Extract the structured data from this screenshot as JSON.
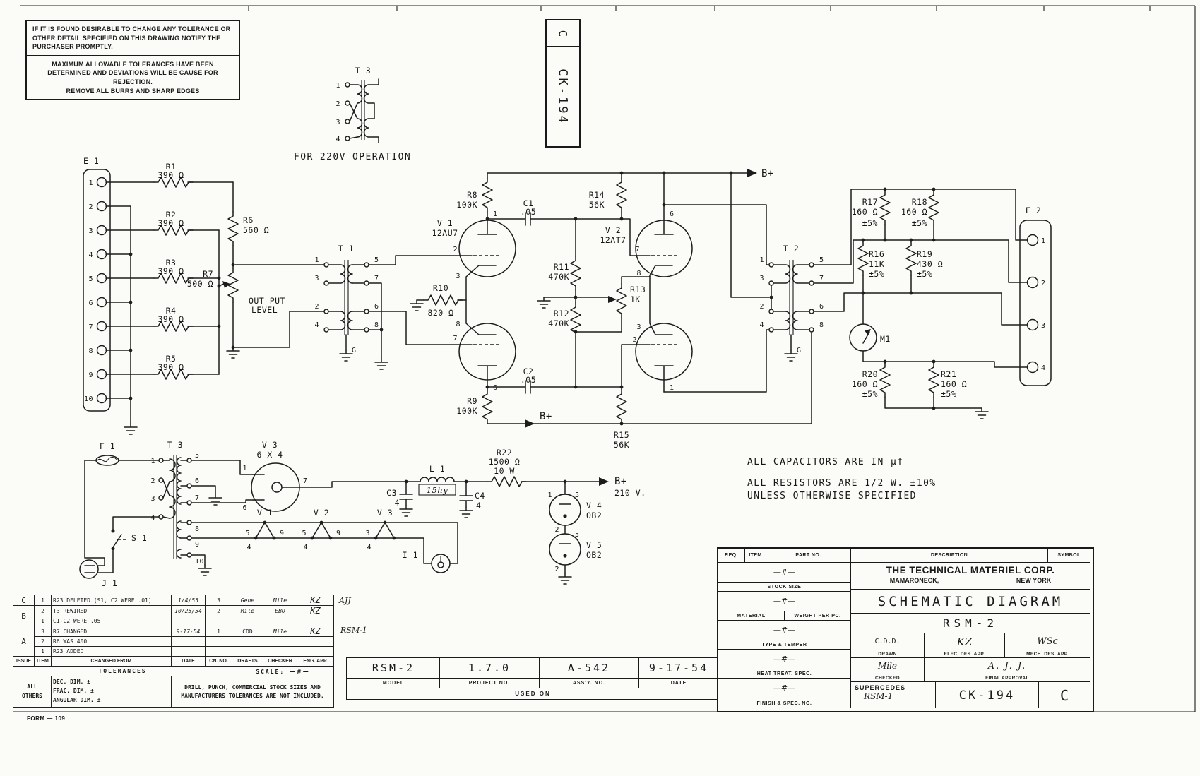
{
  "meta": {
    "form_no": "FORM — 109",
    "dwg_no": "CK-194",
    "rev": "C"
  },
  "corner_notes": {
    "n1": "IF IT IS FOUND DESIRABLE TO CHANGE ANY TOLERANCE OR OTHER DETAIL SPECIFIED ON THIS DRAWING NOTIFY THE PURCHASER PROMPTLY.",
    "n2": "MAXIMUM ALLOWABLE TOLERANCES HAVE BEEN DETERMINED AND DEVIATIONS WILL BE CAUSE FOR REJECTION.",
    "n3": "REMOVE ALL BURRS AND SHARP EDGES"
  },
  "sch": {
    "for220": "FOR 220V OPERATION",
    "caps_note": "ALL CAPACITORS ARE IN μf",
    "res_note1": "ALL RESISTORS ARE 1/2 W. ±10%",
    "res_note2": "UNLESS OTHERWISE SPECIFIED",
    "bplus": "B+",
    "b210": "210 V.",
    "gnd": "G",
    "out1": "OUT PUT",
    "out2": "LEVEL",
    "e1": {
      "ref": "E 1",
      "pins": [
        "1",
        "2",
        "3",
        "4",
        "5",
        "6",
        "7",
        "8",
        "9",
        "10"
      ]
    },
    "e2": {
      "ref": "E 2",
      "pins": [
        "1",
        "2",
        "3",
        "4"
      ]
    },
    "t1": {
      "ref": "T 1",
      "pl": [
        "1",
        "3",
        "2",
        "4"
      ],
      "pr": [
        "5",
        "7",
        "6",
        "8"
      ]
    },
    "t2": {
      "ref": "T 2",
      "pl": [
        "1",
        "3",
        "2",
        "4"
      ],
      "pr": [
        "5",
        "7",
        "6",
        "8"
      ]
    },
    "t3a": {
      "ref": "T 3",
      "pins": [
        "1",
        "2",
        "3",
        "4"
      ]
    },
    "t3": {
      "ref": "T 3",
      "pl": [
        "1",
        "2",
        "3",
        "4"
      ],
      "pr": [
        "5",
        "6",
        "7",
        "8",
        "9",
        "10"
      ]
    },
    "v1": {
      "ref": "V 1",
      "val": "12AU7",
      "pins": [
        "1",
        "2",
        "3",
        "8",
        "7",
        "6"
      ]
    },
    "v2": {
      "ref": "V 2",
      "val": "12AT7",
      "pins": [
        "6",
        "7",
        "8",
        "3",
        "2",
        "1"
      ]
    },
    "v3": {
      "ref": "V 3",
      "val": "6 X 4",
      "pins": [
        "1",
        "6",
        "7"
      ]
    },
    "v4": {
      "ref": "V 4",
      "val": "OB2",
      "pins": [
        "1",
        "5",
        "2"
      ]
    },
    "v5": {
      "ref": "V 5",
      "val": "OB2",
      "pins": [
        "5",
        "2"
      ]
    },
    "r1": {
      "ref": "R1",
      "val": "390 Ω"
    },
    "r2": {
      "ref": "R2",
      "val": "390 Ω"
    },
    "r3": {
      "ref": "R3",
      "val": "390 Ω"
    },
    "r4": {
      "ref": "R4",
      "val": "390 Ω"
    },
    "r5": {
      "ref": "R5",
      "val": "390 Ω"
    },
    "r6": {
      "ref": "R6",
      "val": "560 Ω"
    },
    "r7": {
      "ref": "R7",
      "val": "500 Ω"
    },
    "r8": {
      "ref": "R8",
      "val": "100K"
    },
    "r9": {
      "ref": "R9",
      "val": "100K"
    },
    "r10": {
      "ref": "R10",
      "val": "820 Ω"
    },
    "r11": {
      "ref": "R11",
      "val": "470K"
    },
    "r12": {
      "ref": "R12",
      "val": "470K"
    },
    "r13": {
      "ref": "R13",
      "val": "1K"
    },
    "r14": {
      "ref": "R14",
      "val": "56K"
    },
    "r15": {
      "ref": "R15",
      "val": "56K"
    },
    "r16": {
      "ref": "R16",
      "val": "11K",
      "tol": "±5%"
    },
    "r17": {
      "ref": "R17",
      "val": "160 Ω",
      "tol": "±5%"
    },
    "r18": {
      "ref": "R18",
      "val": "160 Ω",
      "tol": "±5%"
    },
    "r19": {
      "ref": "R19",
      "val": "430 Ω",
      "tol": "±5%"
    },
    "r20": {
      "ref": "R20",
      "val": "160 Ω",
      "tol": "±5%"
    },
    "r21": {
      "ref": "R21",
      "val": "160 Ω",
      "tol": "±5%"
    },
    "r22": {
      "ref": "R22",
      "val": "1500 Ω",
      "watt": "10 W"
    },
    "c1": {
      "ref": "C1",
      "val": ".05"
    },
    "c2": {
      "ref": "C2",
      "val": ".05"
    },
    "c3": {
      "ref": "C3",
      "val": "4"
    },
    "c4": {
      "ref": "C4",
      "val": "4"
    },
    "l1": {
      "ref": "L 1",
      "val": "15hy"
    },
    "m1": {
      "ref": "M1"
    },
    "f1": {
      "ref": "F 1"
    },
    "s1": {
      "ref": "S 1"
    },
    "j1": {
      "ref": "J 1"
    },
    "i1": {
      "ref": "I 1"
    },
    "hv1": {
      "ref": "V 1",
      "pins": [
        "5",
        "9",
        "4"
      ]
    },
    "hv2": {
      "ref": "V 2",
      "pins": [
        "5",
        "9",
        "4"
      ]
    },
    "hv3": {
      "ref": "V 3",
      "pins": [
        "3",
        "4"
      ]
    }
  },
  "rev": {
    "headers": [
      "ISSUE",
      "ITEM",
      "CHANGED FROM",
      "DATE",
      "CN. NO.",
      "DRAFTS",
      "CHECKER",
      "ENG. APP."
    ],
    "rows": [
      {
        "issue": "C",
        "item": "1",
        "change": "R23 DELETED (S1, C2 WERE .01)",
        "date": "1/4/55",
        "cn": "3",
        "drafts": "Gene",
        "checker": "Mile",
        "eng": "KZ"
      },
      {
        "issue": "B",
        "item": "2",
        "change": "T3 REWIRED",
        "date": "10/25/54",
        "cn": "2",
        "drafts": "Mile",
        "checker": "EBO",
        "eng": "KZ"
      },
      {
        "issue": "",
        "item": "1",
        "change": "C1-C2 WERE .05",
        "date": "",
        "cn": "",
        "drafts": "",
        "checker": "",
        "eng": ""
      },
      {
        "issue": "A",
        "item": "3",
        "change": "R7 CHANGED",
        "date": "9-17-54",
        "cn": "1",
        "drafts": "CDD",
        "checker": "Mile",
        "eng": "KZ"
      },
      {
        "issue": "",
        "item": "2",
        "change": "R6 WAS 400",
        "date": "",
        "cn": "",
        "drafts": "",
        "checker": "",
        "eng": ""
      },
      {
        "issue": "",
        "item": "1",
        "change": "R23 ADDED",
        "date": "",
        "cn": "",
        "drafts": "",
        "checker": "",
        "eng": ""
      }
    ],
    "margin_top": "AJJ",
    "margin_mid": "RSM-1",
    "tol_title": "TOLERANCES",
    "scale_lbl": "SCALE:",
    "scale_val": "—#—",
    "all1": "ALL",
    "all2": "OTHERS",
    "dim1": "DEC. DIM. ±",
    "dim2": "FRAC. DIM. ±",
    "dim3": "ANGULAR DIM. ±",
    "drill": "DRILL, PUNCH, COMMERCIAL STOCK SIZES AND MANUFACTURERS TOLERANCES ARE NOT INCLUDED."
  },
  "strip": {
    "model_val": "RSM-2",
    "model_lbl": "MODEL",
    "proj_val": "1.7.0",
    "proj_lbl": "PROJECT NO.",
    "assy_val": "A-542",
    "assy_lbl": "ASS'Y. NO.",
    "date_val": "9-17-54",
    "date_lbl": "DATE",
    "used_on": "USED ON"
  },
  "tb": {
    "req": "REQ.",
    "item": "ITEM",
    "part": "PART NO.",
    "desc": "DESCRIPTION",
    "sym": "SYMBOL",
    "ditto": "—#—",
    "stock": "STOCK SIZE",
    "material": "MATERIAL",
    "weight": "WEIGHT PER PC.",
    "temper": "TYPE & TEMPER",
    "heat": "HEAT TREAT. SPEC.",
    "finish": "FINISH & SPEC. NO.",
    "company": "THE TECHNICAL MATERIEL CORP.",
    "city": "MAMARONECK,",
    "state": "NEW YORK",
    "title": "SCHEMATIC DIAGRAM",
    "model": "RSM-2",
    "cdd": "C.D.D.",
    "drawn": "DRAWN",
    "elec_sig": "KZ",
    "elec": "ELEC. DES. APP.",
    "mech_sig": "WSc",
    "mech": "MECH. DES. APP.",
    "check_sig": "Mile",
    "checked": "CHECKED",
    "final_sig": "A. J. J.",
    "final": "FINAL APPROVAL",
    "supercedes": "SUPERCEDES",
    "supercedes_val": "RSM-1",
    "dwg": "CK-194",
    "rev": "C"
  }
}
